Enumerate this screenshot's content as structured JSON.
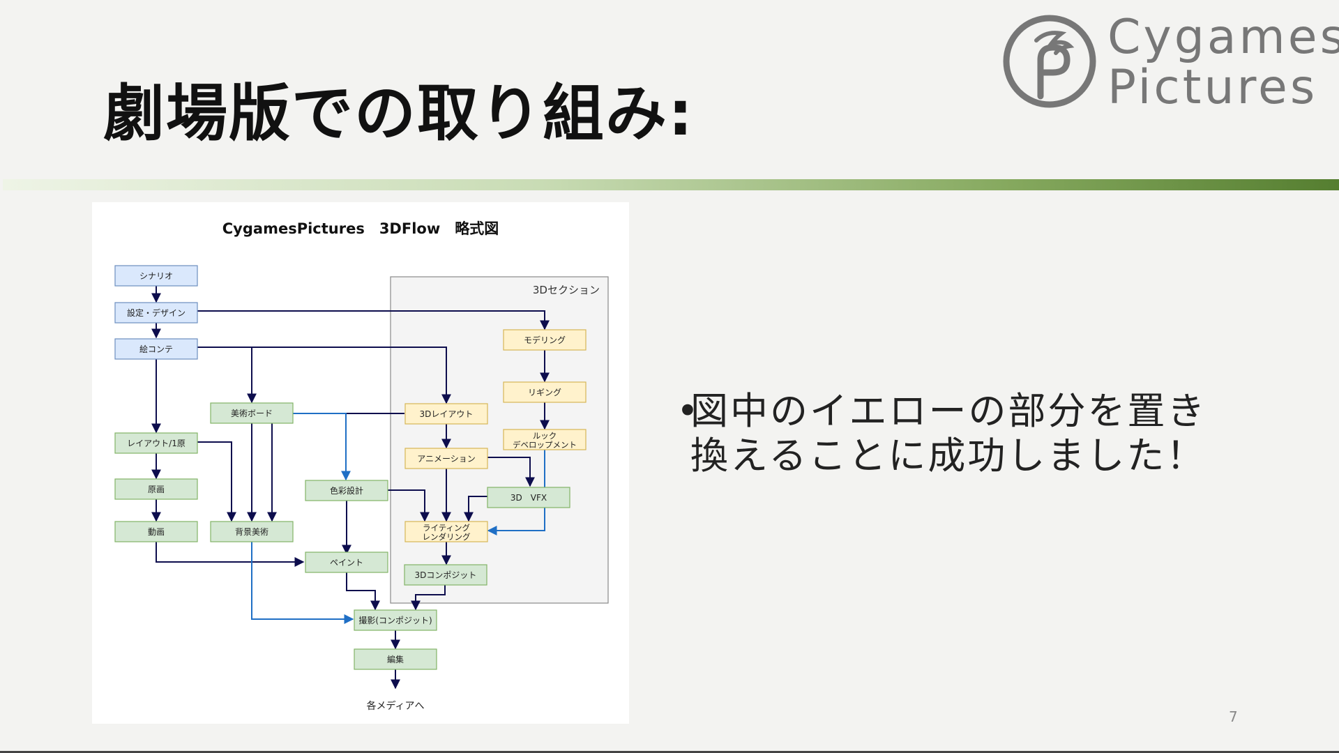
{
  "slide": {
    "title": "劇場版での取り組み:",
    "page_number": "7"
  },
  "logo": {
    "line1": "Cygames",
    "line2": "Pictures"
  },
  "diagram": {
    "title": "CygamesPictures　3DFlow　略式図",
    "section_label": "3Dセクション",
    "nodes": {
      "scenario": "シナリオ",
      "settei": "設定・デザイン",
      "ekonte": "絵コンテ",
      "bijutsu_board": "美術ボード",
      "layout1": "レイアウト/1原",
      "genga": "原画",
      "douga": "動画",
      "haikei": "背景美術",
      "shikisai": "色彩設計",
      "paint": "ペイント",
      "modeling": "モデリング",
      "rigging": "リギング",
      "lookdev_1": "ルック",
      "lookdev_2": "デベロップメント",
      "layout3d": "3Dレイアウト",
      "animation": "アニメーション",
      "vfx": "3D　VFX",
      "lighting_1": "ライティング",
      "lighting_2": "レンダリング",
      "composite3d": "3Dコンポジット",
      "satsuei": "撮影(コンポジット)",
      "henshu": "編集",
      "media": "各メディアへ"
    }
  },
  "bullet": {
    "line1": "図中のイエローの部分を置き",
    "line2": "換えることに成功しました！"
  },
  "colors": {
    "blue_node": "#dae8fc",
    "green_node": "#d5e8d4",
    "yellow_node": "#fff2cc",
    "dark_arrow": "#0d0d4d",
    "blue_arrow": "#1f6fc5",
    "accent_green": "#557e30"
  }
}
